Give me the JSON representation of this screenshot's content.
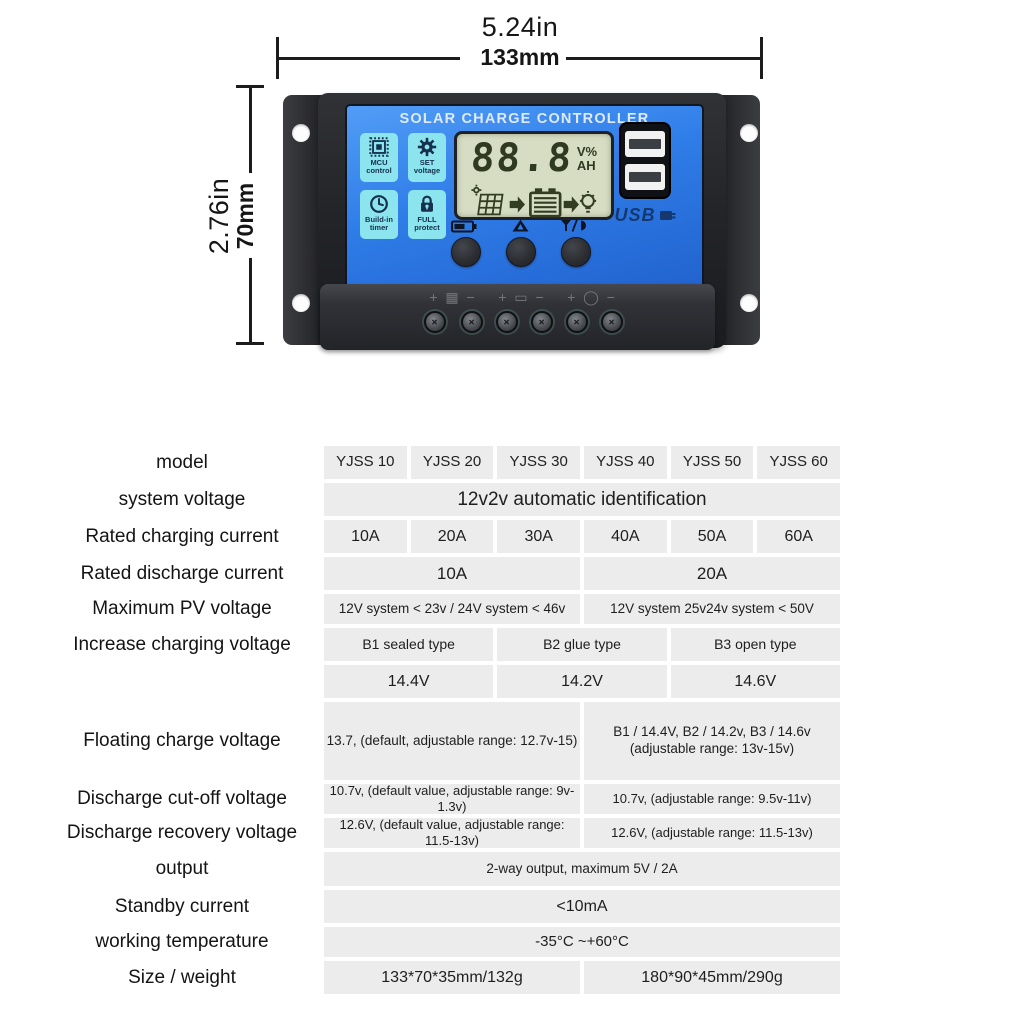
{
  "dimensions": {
    "width_in": "5.24in",
    "width_mm": "133mm",
    "height_in": "2.76in",
    "height_mm": "70mm"
  },
  "device": {
    "title": "SOLAR CHARGE CONTROLLER",
    "badges": [
      {
        "name": "mcu-control",
        "icon": "chip-icon",
        "label": "MCU\ncontrol"
      },
      {
        "name": "set-voltage",
        "icon": "gear-icon",
        "label": "SET\nvoltage"
      },
      {
        "name": "build-in-timer",
        "icon": "clock-icon",
        "label": "Build-in\ntimer"
      },
      {
        "name": "full-protect",
        "icon": "lock-icon",
        "label": "FULL\nprotect"
      }
    ],
    "lcd": {
      "value": "88.8",
      "unit_top": "V%",
      "unit_bottom": "AH",
      "icons": [
        "sun-icon",
        "solar-panel-icon",
        "arrow-right-icon",
        "battery-icon",
        "arrow-right-icon",
        "bulb-icon"
      ]
    },
    "button_icons": [
      "battery-indicator-icon",
      "up-arrow-icon",
      "lamp-mode-icon"
    ],
    "usb_label": "USB",
    "terminals": [
      {
        "name": "solar-panel",
        "text": "+ ▦ −"
      },
      {
        "name": "battery",
        "text": "+ ▭ −"
      },
      {
        "name": "load",
        "text": "+ ◯ −"
      }
    ],
    "screw_count": 6
  },
  "colors": {
    "panel_blue": "#2f7de8",
    "badge_cyan": "#8ce4ee",
    "badge_ink": "#15314d",
    "lcd_bg": "#d6ddc3",
    "lcd_ink": "#2f3a21",
    "usb_navy": "#16386f",
    "table_cell_bg": "#ececec",
    "dimension_line": "#1c1c1c"
  },
  "table": {
    "rows": [
      {
        "label": "model",
        "h": 33,
        "fs": 15,
        "cells": [
          {
            "text": "YJSS 10",
            "span": 1
          },
          {
            "text": "YJSS 20",
            "span": 1
          },
          {
            "text": "YJSS 30",
            "span": 1
          },
          {
            "text": "YJSS 40",
            "span": 1
          },
          {
            "text": "YJSS 50",
            "span": 1
          },
          {
            "text": "YJSS 60",
            "span": 1
          }
        ]
      },
      {
        "label": "system voltage",
        "h": 33,
        "fs": 19,
        "cells": [
          {
            "text": "12v2v automatic identification",
            "span": 6
          }
        ]
      },
      {
        "label": "Rated charging current",
        "h": 33,
        "fs": 16,
        "cells": [
          {
            "text": "10A",
            "span": 1
          },
          {
            "text": "20A",
            "span": 1
          },
          {
            "text": "30A",
            "span": 1
          },
          {
            "text": "40A",
            "span": 1
          },
          {
            "text": "50A",
            "span": 1
          },
          {
            "text": "60A",
            "span": 1
          }
        ]
      },
      {
        "label": "Rated discharge current",
        "h": 33,
        "fs": 17,
        "cells": [
          {
            "text": "10A",
            "span": 3
          },
          {
            "text": "20A",
            "span": 3
          }
        ]
      },
      {
        "label": "Maximum PV voltage",
        "h": 30,
        "fs": 13.5,
        "cells": [
          {
            "text": "12V system < 23v / 24V system < 46v",
            "span": 3
          },
          {
            "text": "12V system 25v24v system < 50V",
            "span": 3
          }
        ]
      },
      {
        "label": "Increase charging voltage",
        "h": 33,
        "fs": 14,
        "cells": [
          {
            "text": "B1 sealed type",
            "span": 2
          },
          {
            "text": "B2 glue type",
            "span": 2
          },
          {
            "text": "B3 open type",
            "span": 2
          }
        ]
      },
      {
        "label": "",
        "h": 33,
        "fs": 16,
        "cells": [
          {
            "text": "14.4V",
            "span": 2
          },
          {
            "text": "14.2V",
            "span": 2
          },
          {
            "text": "14.6V",
            "span": 2
          }
        ]
      },
      {
        "label": "Floating charge voltage",
        "h": 78,
        "fs": 13.5,
        "cells": [
          {
            "text": "13.7, (default, adjustable range: 12.7v-15)",
            "span": 3
          },
          {
            "text": "B1 / 14.4V, B2 / 14.2v, B3 / 14.6v\n(adjustable range: 13v-15v)",
            "span": 3
          }
        ]
      },
      {
        "label": "Discharge cut-off voltage",
        "h": 30,
        "fs": 13,
        "cells": [
          {
            "text": "10.7v, (default value, adjustable range: 9v-1.3v)",
            "span": 3
          },
          {
            "text": "10.7v, (adjustable range: 9.5v-11v)",
            "span": 3
          }
        ]
      },
      {
        "label": "Discharge recovery voltage",
        "h": 30,
        "fs": 13,
        "cells": [
          {
            "text": "12.6V, (default value, adjustable range: 11.5-13v)",
            "span": 3
          },
          {
            "text": "12.6V, (adjustable range: 11.5-13v)",
            "span": 3
          }
        ]
      },
      {
        "label": "output",
        "h": 34,
        "fs": 13.5,
        "cells": [
          {
            "text": "2-way  output, maximum 5V / 2A",
            "span": 6
          }
        ]
      },
      {
        "label": "Standby current",
        "h": 33,
        "fs": 16,
        "cells": [
          {
            "text": "<10mA",
            "span": 6
          }
        ]
      },
      {
        "label": "working temperature",
        "h": 30,
        "fs": 15,
        "cells": [
          {
            "text": "-35°C ~+60°C",
            "span": 6
          }
        ]
      },
      {
        "label": "Size / weight",
        "h": 33,
        "fs": 16,
        "cells": [
          {
            "text": "133*70*35mm/132g",
            "span": 3
          },
          {
            "text": "180*90*45mm/290g",
            "span": 3
          }
        ]
      }
    ]
  }
}
